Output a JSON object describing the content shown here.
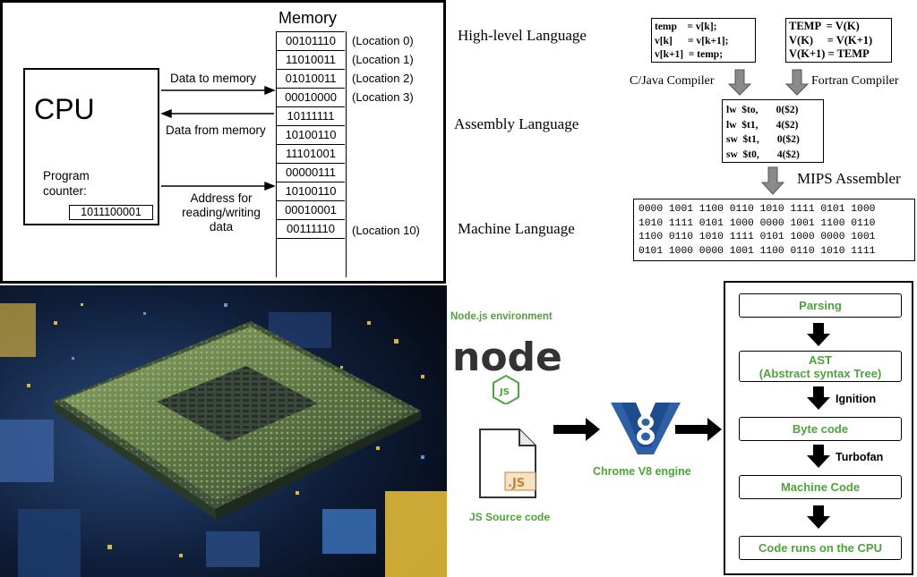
{
  "memory_diagram": {
    "title": "Memory",
    "cpu_label": "CPU",
    "program_counter_label": "Program\ncounter:",
    "program_counter_value": "1011100001",
    "cells": [
      "00101110",
      "11010011",
      "01010011",
      "00010000",
      "10111111",
      "10100110",
      "11101001",
      "00000111",
      "10100110",
      "00010001",
      "00111110"
    ],
    "locations": [
      {
        "index": 0,
        "label": "(Location 0)"
      },
      {
        "index": 1,
        "label": "(Location 1)"
      },
      {
        "index": 2,
        "label": "(Location 2)"
      },
      {
        "index": 3,
        "label": "(Location 3)"
      },
      {
        "index": 10,
        "label": "(Location 10)"
      }
    ],
    "arrows": {
      "to_memory": "Data to memory",
      "from_memory": "Data from memory",
      "address": "Address for\nreading/writing\ndata"
    }
  },
  "compile_levels": {
    "levels": {
      "high": "High-level Language",
      "assembly": "Assembly Language",
      "machine": "Machine Language"
    },
    "c_code": [
      "temp    = v[k];",
      "v[k]      = v[k+1];",
      "v[k+1]  = temp;"
    ],
    "fortran_code": [
      "TEMP  = V(K)",
      "V(K)     = V(K+1)",
      "V(K+1) = TEMP"
    ],
    "compilers": {
      "c": "C/Java Compiler",
      "fortran": "Fortran Compiler",
      "assembler": "MIPS Assembler"
    },
    "assembly_code": [
      "lw  $to,       0($2)",
      "lw  $t1,       4($2)",
      "sw  $t1,       0($2)",
      "sw  $t0,       4($2)"
    ],
    "machine_code": [
      "0000 1001 1100 0110 1010 1111 0101 1000",
      "1010 1111 0101 1000 0000 1001 1100 0110",
      "1100 0110 1010 1111 0101 1000 0000 1001",
      "0101 1000 0000 1001 1100 0110 1010 1111"
    ]
  },
  "js_pipeline": {
    "node_env_label": "Node.js environment",
    "node_logo_text": "node",
    "node_js_badge": "JS",
    "js_file_label": ".JS",
    "js_source_label": "JS Source code",
    "v8_label": "Chrome V8 engine",
    "stages": [
      "Parsing",
      "AST\n(Abstract syntax Tree)",
      "Byte code",
      "Machine Code",
      "Code runs on the CPU"
    ],
    "step_labels": {
      "ignition": "Ignition",
      "turbofan": "Turbofan"
    },
    "colors": {
      "green": "#4fa13d",
      "v8_blue": "#2f5fa6",
      "file_orange": "#c8832a"
    }
  }
}
